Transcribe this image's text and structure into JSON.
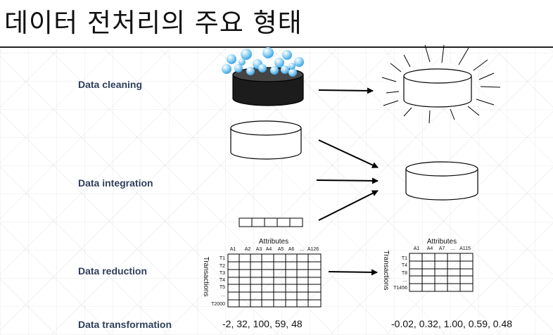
{
  "title": "데이터 전처리의 주요 형태",
  "rows": [
    {
      "label": "Data cleaning"
    },
    {
      "label": "Data integration"
    },
    {
      "label": "Data reduction"
    },
    {
      "label": "Data transformation"
    }
  ],
  "reduction": {
    "left": {
      "attributes_title": "Attributes",
      "transactions_title": "Transactions",
      "cols": [
        "A1",
        "A2",
        "A3",
        "A4",
        "A5",
        "A6",
        "...",
        "A126"
      ],
      "rows": [
        "T1",
        "T2",
        "T3",
        "T4",
        "T5",
        "...",
        "T2000"
      ]
    },
    "right": {
      "attributes_title": "Attributes",
      "transactions_title": "Transactions",
      "cols": [
        "A1",
        "A4",
        "A7",
        "...",
        "A115"
      ],
      "rows": [
        "T1",
        "T4",
        "T8",
        "...",
        "T1456"
      ]
    }
  },
  "transformation": {
    "before": "-2, 32, 100, 59, 48",
    "after": "-0.02, 0.32, 1.00, 0.59, 0.48"
  }
}
